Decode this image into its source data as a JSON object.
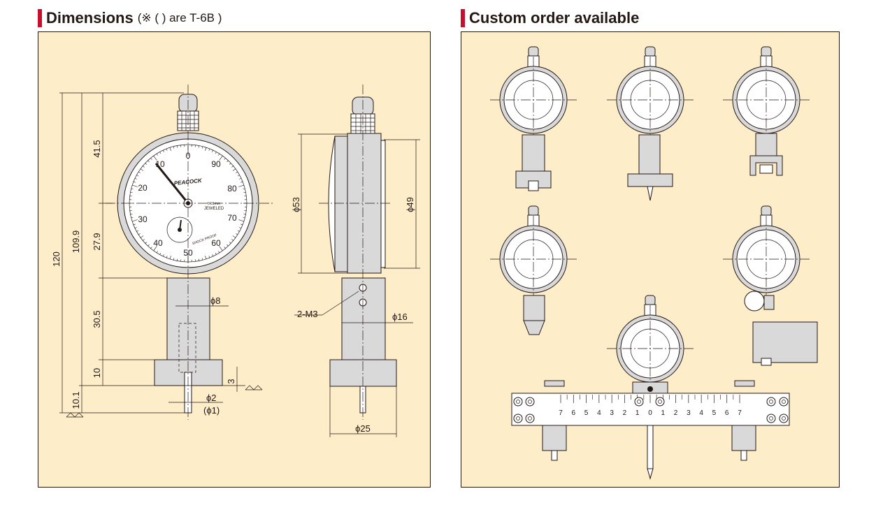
{
  "left_heading": {
    "title": "Dimensions",
    "note": "(※ ( ) are T-6B )"
  },
  "right_heading": {
    "title": "Custom order available"
  },
  "dims": {
    "d120": "120",
    "d109_9": "109.9",
    "d41_5": "41.5",
    "d27_9": "27.9",
    "d30_5": "30.5",
    "d10": "10",
    "d10_1": "10.1",
    "d3": "3",
    "phi8": "ϕ8",
    "phi2": "ϕ2",
    "phi1": "(ϕ1)",
    "phi53": "ϕ53",
    "phi49": "ϕ49",
    "phi16": "ϕ16",
    "phi25": "ϕ25",
    "m3": "2-M3"
  },
  "dial": {
    "brand": "PEACOCK",
    "unit": "0.01mm",
    "jeweled": "JEWELED",
    "shockproof": "SHOCK PROOF",
    "n0": "0",
    "n10": "10",
    "n20": "20",
    "n30": "30",
    "n40": "40",
    "n50": "50",
    "n60": "60",
    "n70": "70",
    "n80": "80",
    "n90": "90"
  },
  "scale": {
    "labels": [
      "7",
      "6",
      "5",
      "4",
      "3",
      "2",
      "1",
      "0",
      "1",
      "2",
      "3",
      "4",
      "5",
      "6",
      "7"
    ]
  },
  "colors": {
    "panel": "#fdedc9",
    "accent": "#c8102e",
    "line": "#231815"
  }
}
